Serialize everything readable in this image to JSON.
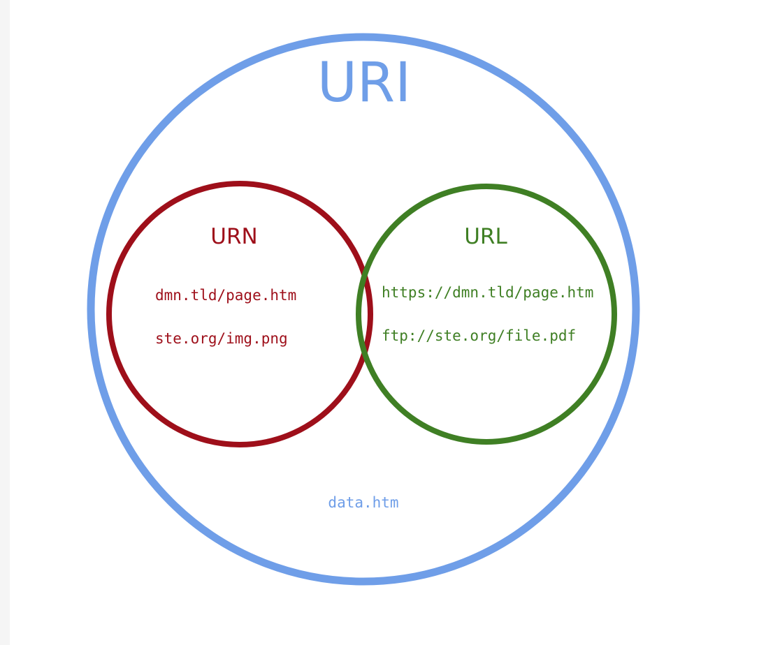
{
  "diagram": {
    "uri": {
      "label": "URI",
      "example": "data.htm",
      "color": "#6f9ee8"
    },
    "urn": {
      "label": "URN",
      "examples": [
        "dmn.tld/page.htm",
        "ste.org/img.png"
      ],
      "color": "#9e0f1a"
    },
    "url": {
      "label": "URL",
      "examples": [
        "https://dmn.tld/page.htm",
        "ftp://ste.org/file.pdf"
      ],
      "color": "#3f7f24"
    }
  }
}
